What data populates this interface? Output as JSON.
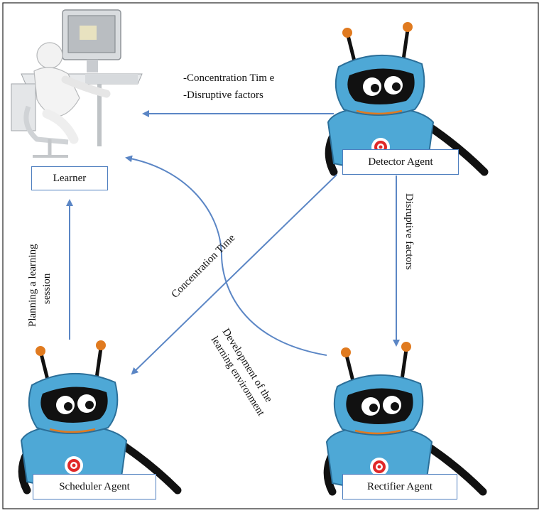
{
  "nodes": {
    "learner": "Learner",
    "detector": "Detector Agent",
    "scheduler": "Scheduler Agent",
    "rectifier": "Rectifier Agent"
  },
  "edges": {
    "detector_to_learner_line1": "-Concentration Tim e",
    "detector_to_learner_line2": "-Disruptive factors",
    "detector_to_rectifier": "Disruptive factors",
    "detector_to_scheduler": "Concentration Time",
    "scheduler_to_learner_line1": "Planning a learning",
    "scheduler_to_learner_line2": "session",
    "rectifier_to_learner_line1": "Development of the",
    "rectifier_to_learner_line2": "learning environment"
  },
  "colors": {
    "arrow": "#5b86c5",
    "robot_body": "#4ea8d6",
    "robot_dark": "#111111",
    "antenna": "#e07a1f",
    "box_border": "#4f7fbf"
  },
  "icons": [
    "learner-computer-icon",
    "robot-icon"
  ]
}
